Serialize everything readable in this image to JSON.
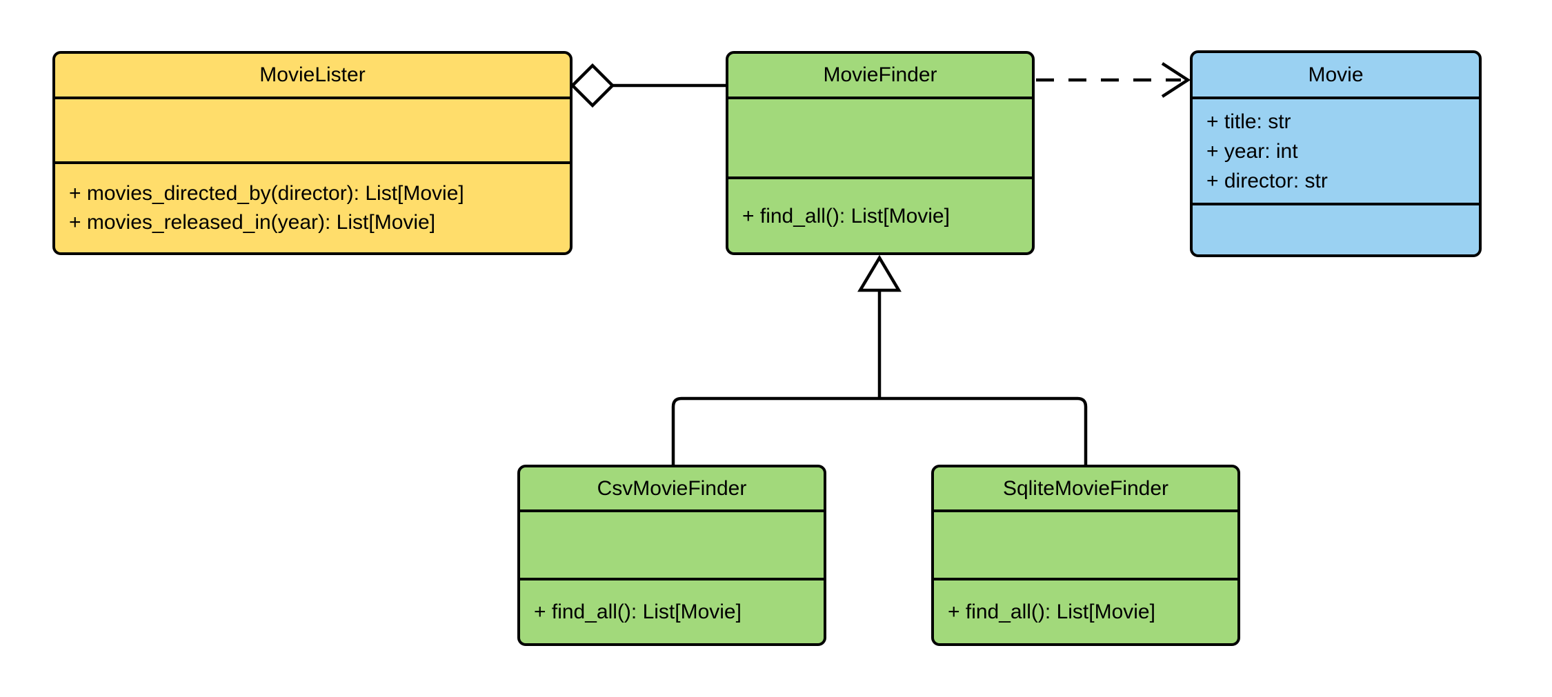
{
  "diagram": {
    "type": "uml-class-diagram",
    "colors": {
      "movie_lister_fill": "#FFDD6B",
      "finder_fill": "#A2D97B",
      "movie_fill": "#9AD1F2",
      "line_color": "#000000",
      "background": "#FFFFFF"
    },
    "classes": [
      {
        "name": "MovieLister",
        "fill": "#FFDD6B",
        "attributes": [],
        "methods": [
          "+ movies_directed_by(director): List[Movie]",
          "+ movies_released_in(year): List[Movie]"
        ]
      },
      {
        "name": "MovieFinder",
        "fill": "#A2D97B",
        "attributes": [],
        "methods": [
          "+ find_all(): List[Movie]"
        ]
      },
      {
        "name": "Movie",
        "fill": "#9AD1F2",
        "attributes": [
          "+ title: str",
          "+ year: int",
          "+ director: str"
        ],
        "methods": []
      },
      {
        "name": "CsvMovieFinder",
        "fill": "#A2D97B",
        "attributes": [],
        "methods": [
          "+ find_all(): List[Movie]"
        ]
      },
      {
        "name": "SqliteMovieFinder",
        "fill": "#A2D97B",
        "attributes": [],
        "methods": [
          "+ find_all(): List[Movie]"
        ]
      }
    ],
    "relationships": [
      {
        "from": "MovieLister",
        "to": "MovieFinder",
        "type": "aggregation",
        "line": "solid",
        "marker": "hollow-diamond"
      },
      {
        "from": "MovieFinder",
        "to": "Movie",
        "type": "dependency",
        "line": "dashed",
        "marker": "open-arrow"
      },
      {
        "from": "CsvMovieFinder",
        "to": "MovieFinder",
        "type": "inheritance",
        "line": "solid",
        "marker": "hollow-triangle"
      },
      {
        "from": "SqliteMovieFinder",
        "to": "MovieFinder",
        "type": "inheritance",
        "line": "solid",
        "marker": "hollow-triangle"
      }
    ]
  }
}
